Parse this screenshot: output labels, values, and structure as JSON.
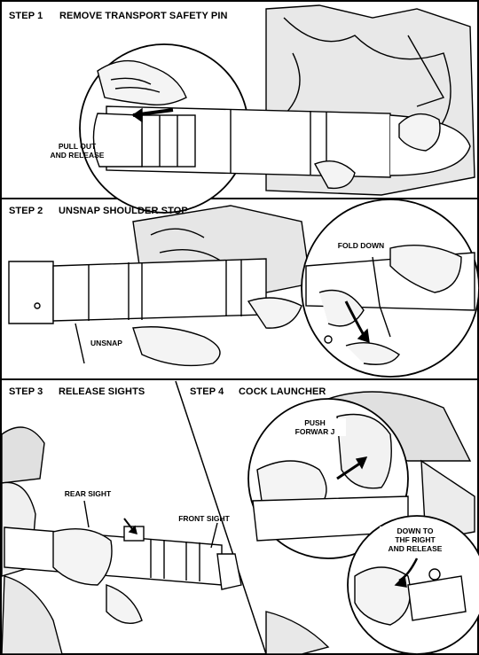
{
  "steps": [
    {
      "number": "STEP 1",
      "title": "REMOVE TRANSPORT SAFETY PIN",
      "callouts": [
        "PULL OUT\nAND RELEASE"
      ]
    },
    {
      "number": "STEP 2",
      "title": "UNSNAP SHOULDER STOP",
      "callouts": [
        "FOLD DOWN",
        "UNSNAP"
      ]
    },
    {
      "number": "STEP 3",
      "title": "RELEASE SIGHTS",
      "callouts": [
        "REAR SIGHT",
        "FRONT SIGHT"
      ]
    },
    {
      "number": "STEP 4",
      "title": "COCK LAUNCHER",
      "callouts": [
        "PUSH\nFORWAR J",
        "DOWN TO\nTHF RIGHT\nAND RELEASE"
      ]
    }
  ]
}
